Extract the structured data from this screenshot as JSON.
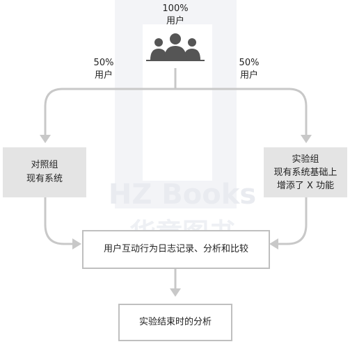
{
  "top": {
    "percent": "100%",
    "label": "用户"
  },
  "users_icon": {
    "icon": "users-group-icon",
    "color": "#555555"
  },
  "left_split": {
    "percent": "50%",
    "label": "用户"
  },
  "right_split": {
    "percent": "50%",
    "label": "用户"
  },
  "control": {
    "line1": "对照组",
    "line2": "现有系统"
  },
  "experiment": {
    "line1": "实验组",
    "line2": "现有系统基础上",
    "line3": "增添了 X 功能"
  },
  "logging": {
    "text": "用户互动行为日志记录、分析和比较"
  },
  "analysis": {
    "text": "实验结束时的分析"
  },
  "watermark": {
    "text": "HZ Books",
    "text2": "华章图书"
  },
  "colors": {
    "connector": "#c8c8c8",
    "grey_box": "#e4e4e4",
    "box_border": "#bfbfbf"
  }
}
